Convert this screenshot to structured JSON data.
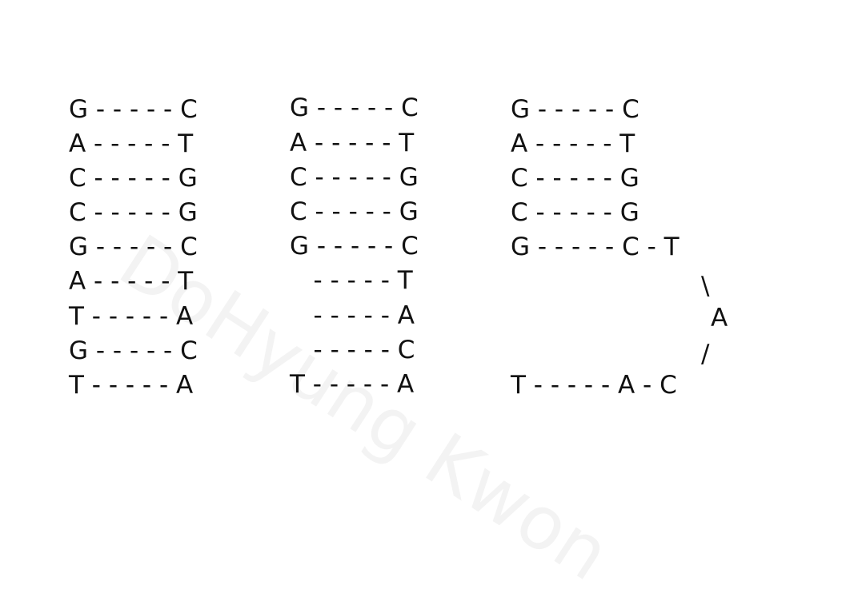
{
  "watermark": "DoHyung Kwon",
  "panels": [
    {
      "lines": [
        "G - - - - - C",
        "A - - - - - T",
        "C - - - - - G",
        "C - - - - - G",
        "G - - - - - C",
        "A - - - - - T",
        "T - - - - - A",
        "G - - - - - C",
        "T - - - - - A"
      ]
    },
    {
      "lines": [
        "G - - - - - C",
        "A - - - - - T",
        "C - - - - - G",
        "C - - - - - G",
        "G - - - - - C",
        "   - - - - - T",
        "   - - - - - A",
        "   - - - - - C",
        "T - - - - - A"
      ]
    },
    {
      "lines": [
        "G - - - - - C",
        "A - - - - - T",
        "C - - - - - G",
        "C - - - - - G",
        "G - - - - - C - T",
        "\\",
        "A",
        "/",
        "T - - - - - A - C"
      ]
    }
  ]
}
